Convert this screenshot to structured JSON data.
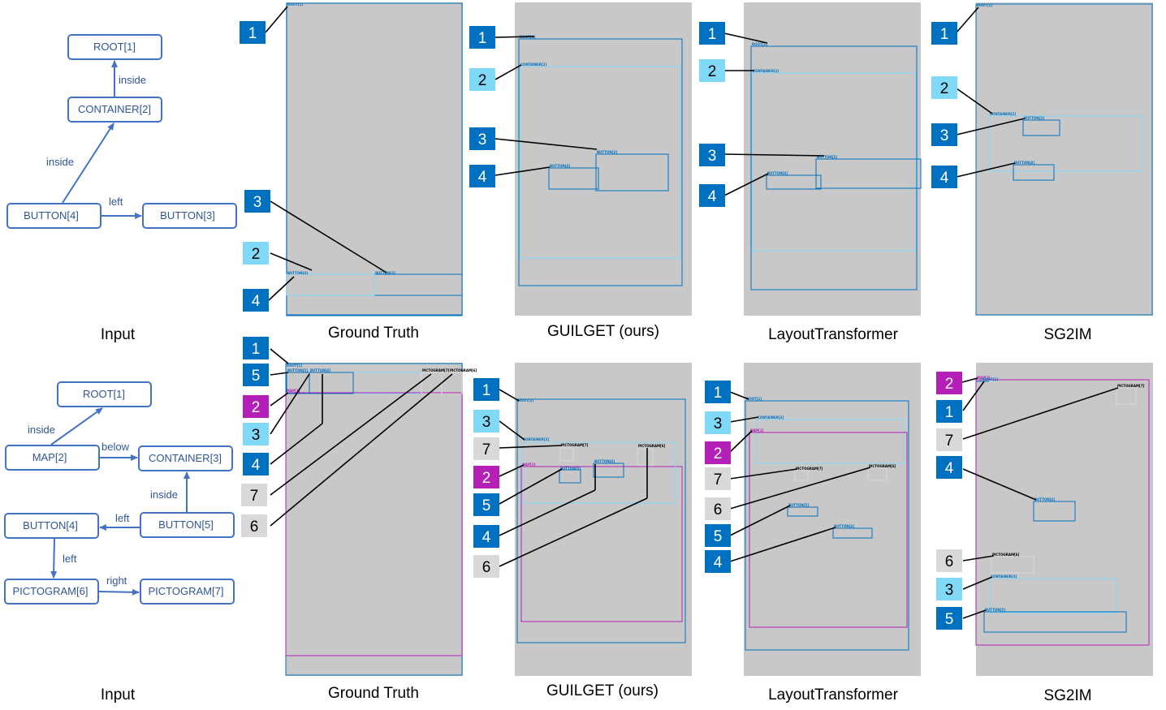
{
  "colors": {
    "graph_stroke": "#4472C4",
    "graph_text": "#2F5597",
    "root_blue": "#0070C0",
    "container_cyan": "#7FD9F7",
    "map_purple": "#B41FB7",
    "pictogram_gray": "#D9D9D9",
    "mockup_bg": "#C8C8C8"
  },
  "captions": {
    "input": "Input",
    "ground_truth": "Ground Truth",
    "guilget": "GUILGET (ours)",
    "layout_transformer": "LayoutTransformer",
    "sg2im": "SG2IM"
  },
  "row1": {
    "graph": {
      "nodes": [
        "ROOT[1]",
        "CONTAINER[2]",
        "BUTTON[4]",
        "BUTTON[3]"
      ],
      "edges": [
        "inside",
        "inside",
        "left"
      ]
    },
    "badges": {
      "gt": [
        "1",
        "3",
        "2",
        "4"
      ],
      "guilget": [
        "1",
        "2",
        "3",
        "4"
      ],
      "lt": [
        "1",
        "2",
        "3",
        "4"
      ],
      "sg2im": [
        "1",
        "2",
        "3",
        "4"
      ]
    },
    "box_labels": {
      "root": "ROOT[1]",
      "container": "CONTAINER[2]",
      "button3": "BUTTON[3]",
      "button4": "BUTTON[4]"
    }
  },
  "row2": {
    "graph": {
      "nodes": [
        "ROOT[1]",
        "MAP[2]",
        "CONTAINER[3]",
        "BUTTON[4]",
        "BUTTON[5]",
        "PICTOGRAM[6]",
        "PICTOGRAM[7]"
      ],
      "edges": [
        "inside",
        "below",
        "inside",
        "left",
        "left",
        "right"
      ]
    },
    "badges": {
      "gt": [
        "1",
        "5",
        "2",
        "3",
        "4",
        "7",
        "6"
      ],
      "guilget": [
        "1",
        "3",
        "7",
        "2",
        "5",
        "4",
        "6"
      ],
      "lt": [
        "1",
        "3",
        "2",
        "7",
        "6",
        "5",
        "4"
      ],
      "sg2im": [
        "2",
        "1",
        "7",
        "4",
        "6",
        "3",
        "5"
      ]
    },
    "box_labels": {
      "root": "ROOT[1]",
      "map": "MAP[2]",
      "container": "CONTAINER[3]",
      "button4": "BUTTON[4]",
      "button5": "BUTTON[5]",
      "pictogram6": "PICTOGRAM[6]",
      "pictogram7": "PICTOGRAM[7]"
    }
  }
}
